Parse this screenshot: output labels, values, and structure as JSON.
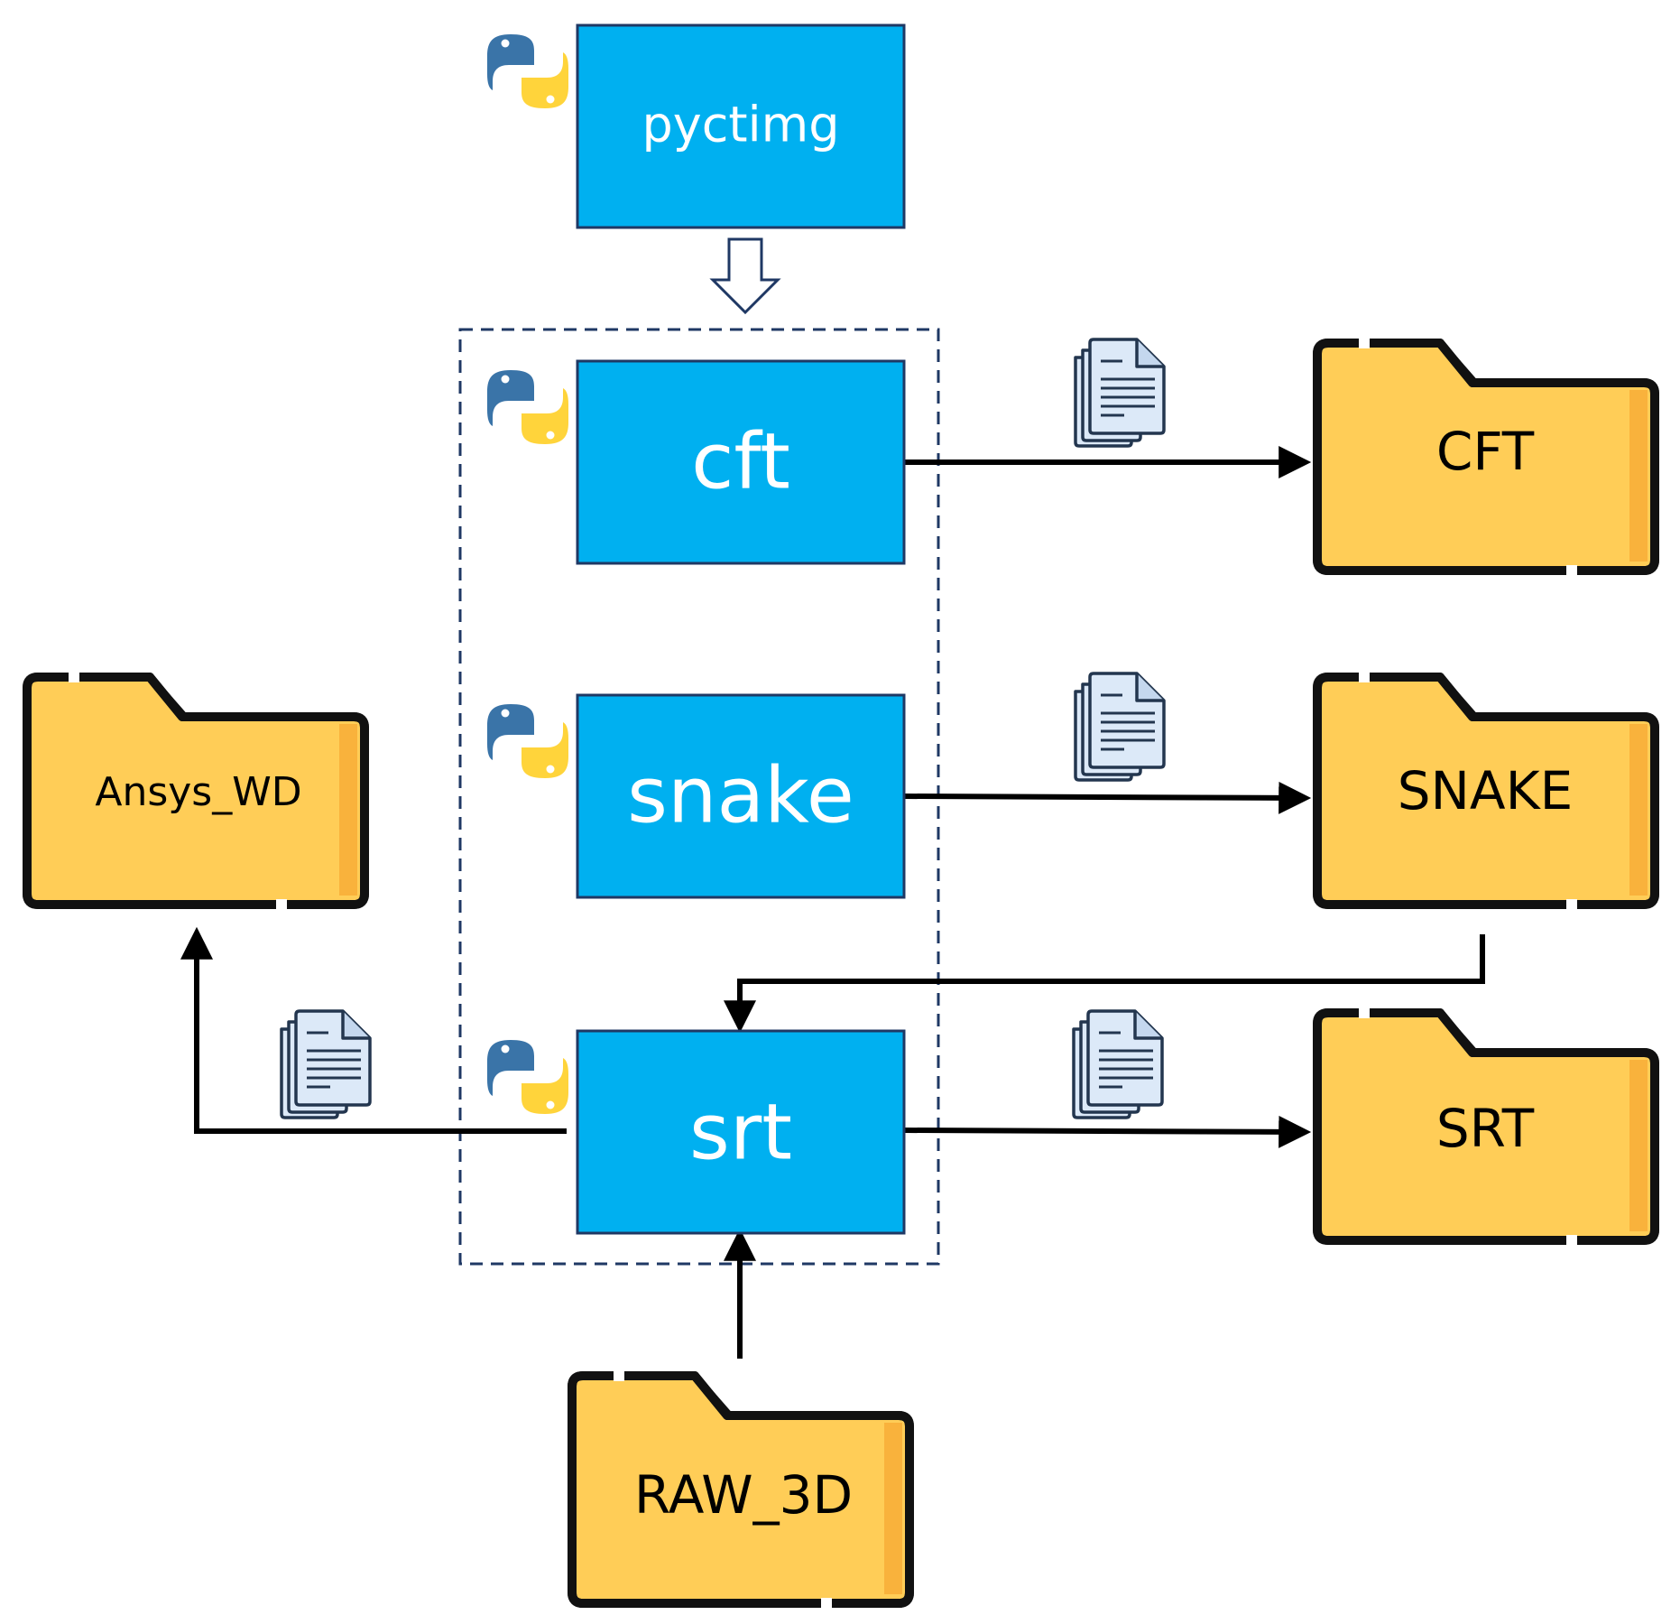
{
  "colors": {
    "module_fill": "#00B0F0",
    "module_stroke": "#1F3864",
    "folder_front": "#FFCD57",
    "folder_tab": "#F9A826",
    "folder_stroke": "#111111",
    "doc_fill": "#DCE9F8",
    "doc_stroke": "#23364F",
    "python_blue": "#3A74A8",
    "python_yellow": "#FFD43B",
    "group_border": "#1F3864",
    "arrow": "#000000"
  },
  "modules": {
    "pyctimg": {
      "label": "pyctimg",
      "icon": "python-icon"
    },
    "cft": {
      "label": "cft",
      "icon": "python-icon"
    },
    "snake": {
      "label": "snake",
      "icon": "python-icon"
    },
    "srt": {
      "label": "srt",
      "icon": "python-icon"
    }
  },
  "folders": {
    "cft": {
      "label": "CFT",
      "icon": "folder-icon"
    },
    "snake": {
      "label": "SNAKE",
      "icon": "folder-icon"
    },
    "srt": {
      "label": "SRT",
      "icon": "folder-icon"
    },
    "ansys": {
      "label": "Ansys_WD",
      "icon": "folder-icon"
    },
    "raw": {
      "label": "RAW_3D",
      "icon": "folder-icon"
    }
  },
  "edge_icons": [
    "documents-icon",
    "documents-icon",
    "documents-icon",
    "documents-icon"
  ],
  "group": {
    "style": "dashed"
  }
}
